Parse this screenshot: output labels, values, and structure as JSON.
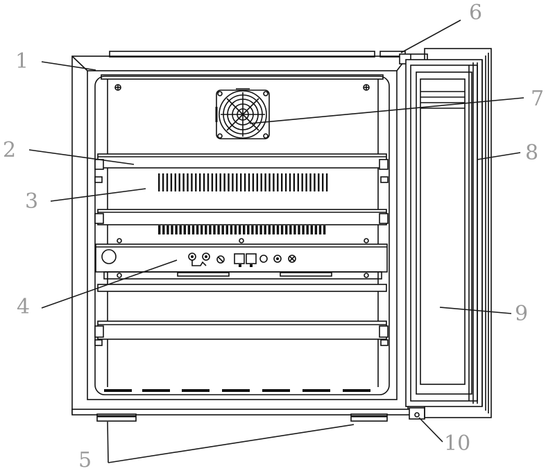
{
  "callouts": [
    {
      "id": "1",
      "label": "1"
    },
    {
      "id": "2",
      "label": "2"
    },
    {
      "id": "3",
      "label": "3"
    },
    {
      "id": "4",
      "label": "4"
    },
    {
      "id": "5",
      "label": "5"
    },
    {
      "id": "6",
      "label": "6"
    },
    {
      "id": "7",
      "label": "7"
    },
    {
      "id": "8",
      "label": "8"
    },
    {
      "id": "9",
      "label": "9"
    },
    {
      "id": "10",
      "label": "10"
    }
  ],
  "colors": {
    "line": "#111111",
    "label": "#9a9a9a",
    "background": "#ffffff"
  },
  "icons": [
    "fan-icon",
    "knob-icon",
    "switch-icon",
    "socket-icon"
  ]
}
